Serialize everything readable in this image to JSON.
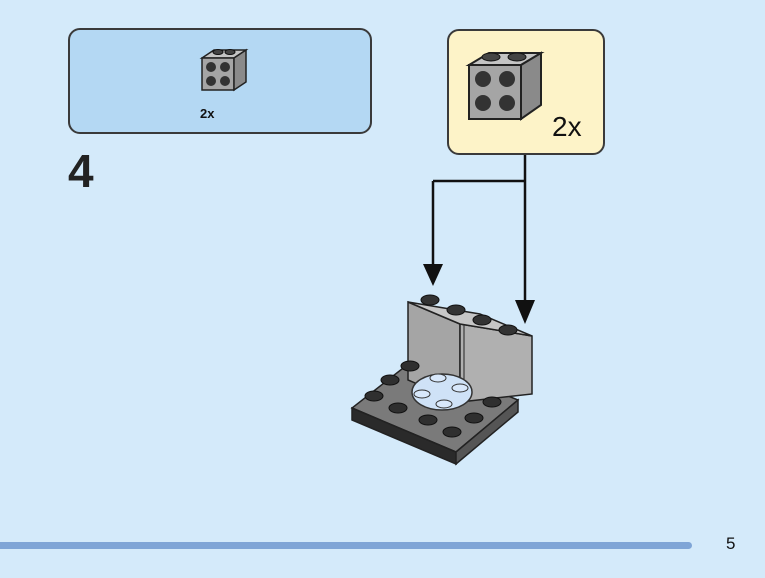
{
  "parts_list": {
    "quantity": "2x",
    "part_icon": "brick-1x2x2-gray-icon"
  },
  "step": {
    "number": "4"
  },
  "callout": {
    "quantity": "2x",
    "part_icon": "brick-1x2x2-gray-icon"
  },
  "model": {
    "icon": "build-assembly-illustration"
  },
  "footer": {
    "page_number": "5"
  },
  "colors": {
    "background": "#d4eafa",
    "parts_box": "#b4d8f3",
    "callout_box": "#fdf3c8",
    "footer_bar": "#7fa5d6",
    "brick_gray": "#a5a5a5"
  }
}
